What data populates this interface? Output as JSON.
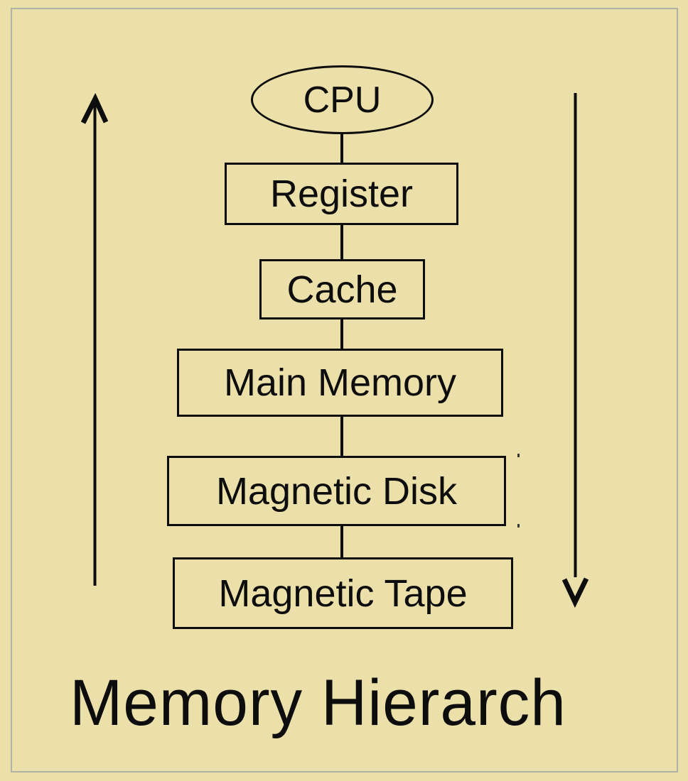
{
  "title": "Memory Hierarch",
  "colors": {
    "background": "#ece0aa",
    "frame_border": "#b2b2a4",
    "ink": "#0d0d0d"
  },
  "diagram": {
    "nodes": [
      {
        "label": "CPU",
        "shape": "ellipse"
      },
      {
        "label": "Register",
        "shape": "rect"
      },
      {
        "label": "Cache",
        "shape": "rect"
      },
      {
        "label": "Main Memory",
        "shape": "rect"
      },
      {
        "label": "Magnetic Disk",
        "shape": "rect"
      },
      {
        "label": "Magnetic Tape",
        "shape": "rect"
      }
    ],
    "arrows": [
      {
        "side": "left",
        "direction": "up"
      },
      {
        "side": "right",
        "direction": "down"
      }
    ]
  }
}
